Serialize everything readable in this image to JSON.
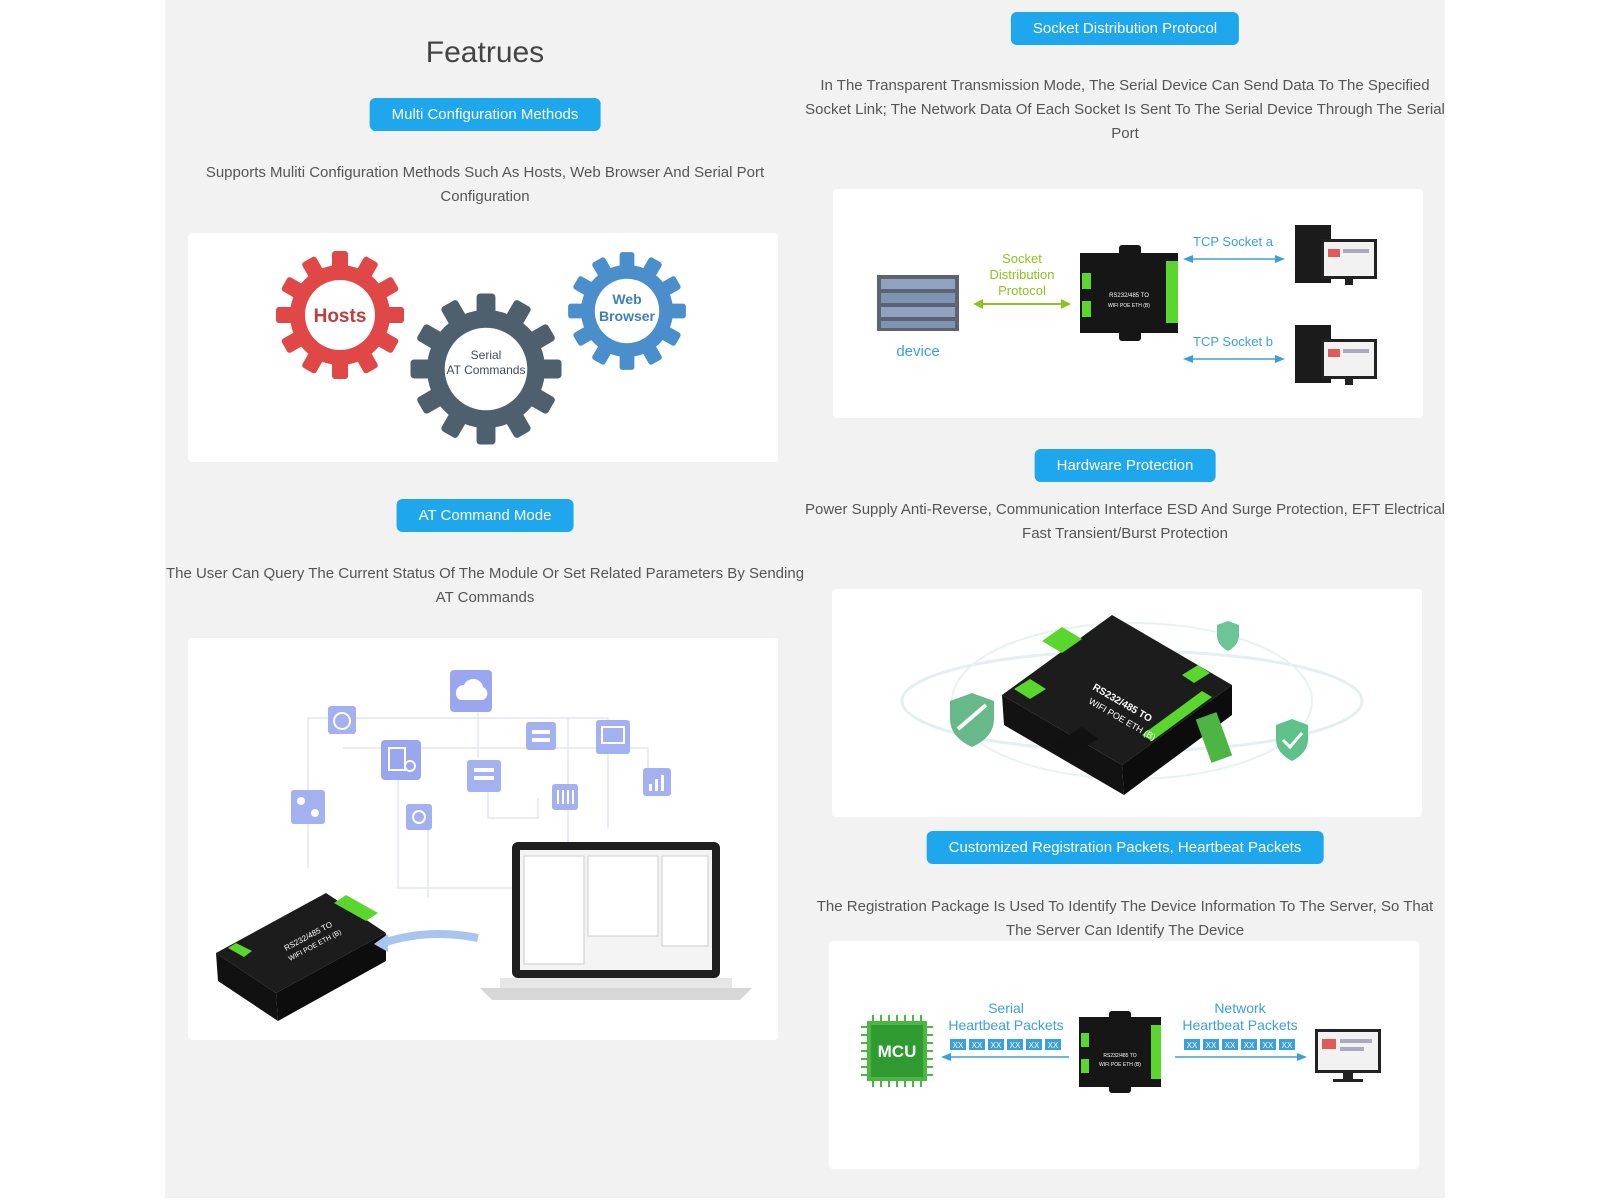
{
  "left": {
    "heading": "Featrues",
    "multi_config": {
      "title": "Multi Configuration Methods",
      "desc": "Supports Muliti Configuration Methods Such As Hosts, Web Browser And Serial Port Configuration",
      "gear_hosts": "Hosts",
      "gear_serial_line1": "Serial",
      "gear_serial_line2": "AT Commands",
      "gear_web_line1": "Web",
      "gear_web_line2": "Browser"
    },
    "at_command": {
      "title": "AT Command Mode",
      "desc": "The User Can Query The Current Status Of The Module Or Set Related Parameters By Sending AT Commands"
    }
  },
  "right": {
    "socket": {
      "title": "Socket Distribution Protocol",
      "desc": "In The Transparent Transmission Mode, The Serial Device Can Send Data To The Specified Socket Link; The Network Data Of Each Socket Is Sent To The Serial Device Through The Serial Port",
      "device_label": "device",
      "arrow_line1": "Socket",
      "arrow_line2": "Distribution",
      "arrow_line3": "Protocol",
      "socket_a": "TCP Socket a",
      "socket_b": "TCP Socket b"
    },
    "hardware": {
      "title": "Hardware Protection",
      "desc": "Power Supply Anti-Reverse, Communication Interface ESD And Surge Protection, EFT Electrical Fast Transient/Burst Protection"
    },
    "registration": {
      "title": "Customized Registration Packets, Heartbeat Packets",
      "desc": "The Registration Package Is Used To Identify The Device Information To The Server, So That The Server Can Identify The Device",
      "mcu_label": "MCU",
      "serial_line1": "Serial",
      "serial_line2": "Heartbeat Packets",
      "network_line1": "Network",
      "network_line2": "Heartbeat Packets",
      "packet_label": "XX"
    }
  },
  "product_label_line1": "RS232/485 TO",
  "product_label_line2": "WIFI POE ETH (B)",
  "colors": {
    "accent_blue": "#1fa7ee",
    "gear_red": "#e04848",
    "gear_slate": "#4e5f6e",
    "gear_blue": "#4a8fcb",
    "device_green": "#5bd62e",
    "arrow_green": "#8dc21f",
    "label_blue": "#3aa0db"
  }
}
